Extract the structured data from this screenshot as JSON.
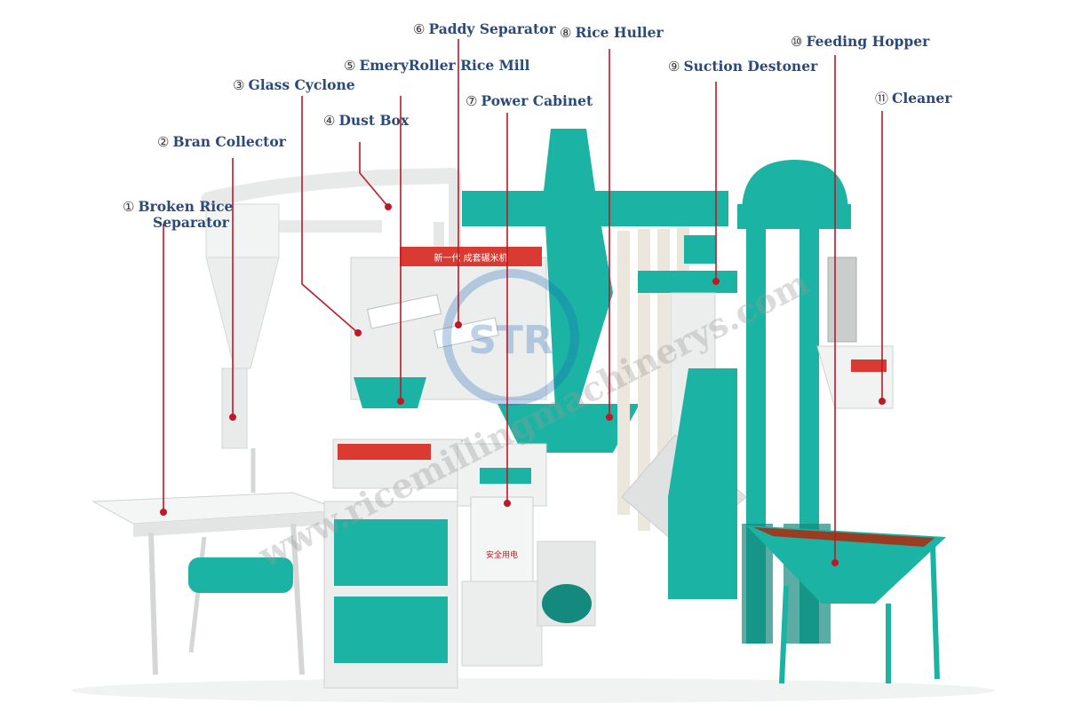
{
  "colors": {
    "teal": "#1bb3a3",
    "teal_dark": "#14897d",
    "machine_white": "#eef0ef",
    "frame_grey": "#d9dcdb",
    "leader_red": "#c01825",
    "label_blue": "#2b4a78",
    "panel_red": "#d93a32",
    "hopper_rust": "#9a3b22"
  },
  "watermark": {
    "brand": "STR",
    "url": "www.ricemillingmachinerys.com"
  },
  "panel_text": {
    "banner": "新一代 成套碾米机",
    "safety": "安全用电"
  },
  "labels": [
    {
      "id": "broken-rice-separator",
      "num": "①",
      "text": "Broken Rice",
      "text2": "Separator"
    },
    {
      "id": "bran-collector",
      "num": "②",
      "text": "Bran Collector"
    },
    {
      "id": "glass-cyclone",
      "num": "③",
      "text": "Glass Cyclone"
    },
    {
      "id": "dust-box",
      "num": "④",
      "text": "Dust Box"
    },
    {
      "id": "emery-roller-rice-mill",
      "num": "⑤",
      "text": "EmeryRoller Rice Mill"
    },
    {
      "id": "paddy-separator",
      "num": "⑥",
      "text": "Paddy Separator"
    },
    {
      "id": "power-cabinet",
      "num": "⑦",
      "text": "Power Cabinet"
    },
    {
      "id": "rice-huller",
      "num": "⑧",
      "text": "Rice Huller"
    },
    {
      "id": "suction-destoner",
      "num": "⑨",
      "text": "Suction Destoner"
    },
    {
      "id": "feeding-hopper",
      "num": "⑩",
      "text": "Feeding Hopper"
    },
    {
      "id": "cleaner",
      "num": "⑪",
      "text": "Cleaner"
    }
  ]
}
